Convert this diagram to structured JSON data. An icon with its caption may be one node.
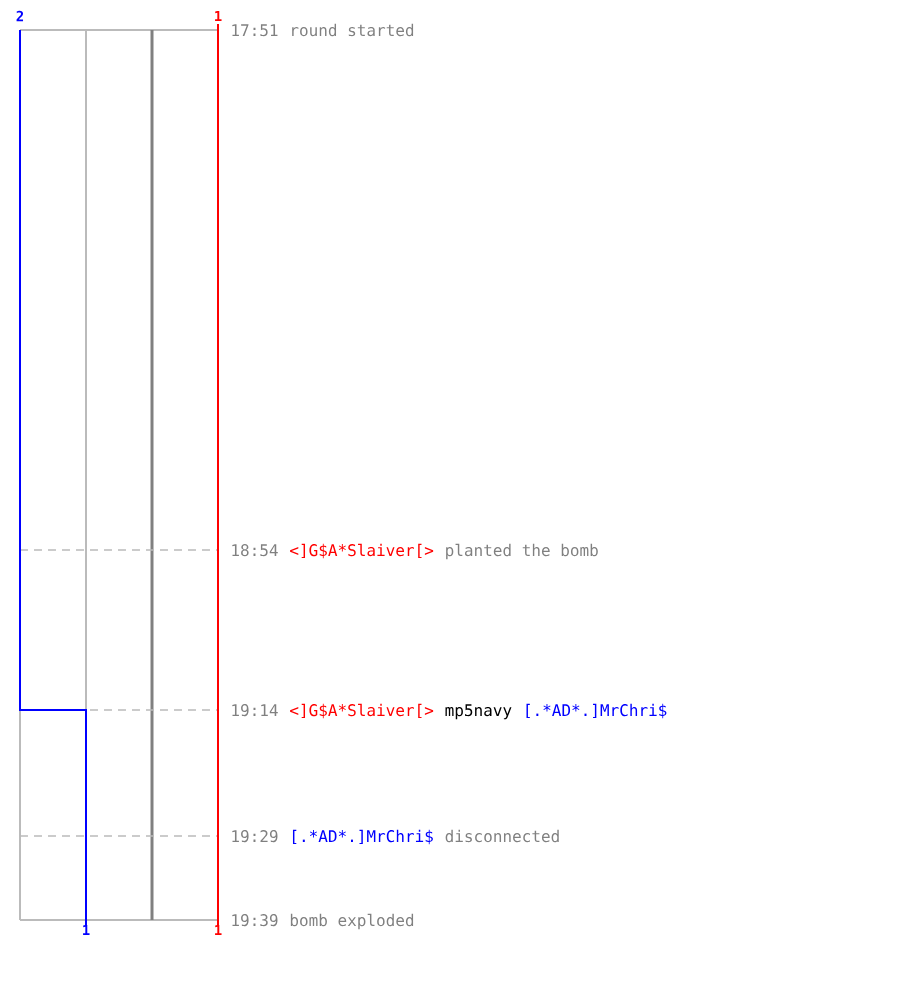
{
  "diagram": {
    "labels": [
      "2",
      "1",
      "17:51",
      "round started",
      "18:54",
      "<]G$A*Slaiver[>",
      "planted the bomb",
      "19:14",
      "<]G$A*Slaiver[>",
      "mp5navy",
      "[.*AD*.]MrChri$",
      "19:29",
      "[.*AD*.]MrChri$",
      "disconnected",
      "19:39",
      "bomb exploded",
      "1",
      "1"
    ]
  }
}
